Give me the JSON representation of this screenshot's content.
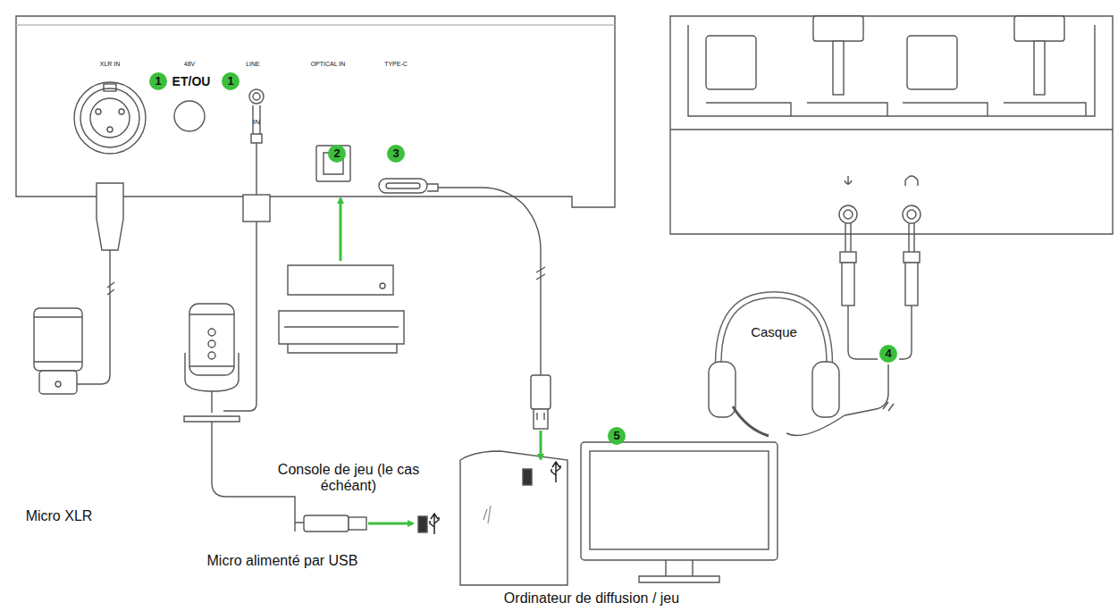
{
  "diagram": {
    "labels": [
      "XLR IN",
      "48V",
      "LINE",
      "OPTICAL IN",
      "TYPE-C",
      "1",
      "ET/OU",
      "1",
      "2",
      "3",
      "IN",
      "Casque",
      "4",
      "Micro XLR",
      "Console de jeu (le cas échéant)",
      "5",
      "Micro alimenté par USB",
      "Ordinateur de diffusion / jeu"
    ]
  }
}
